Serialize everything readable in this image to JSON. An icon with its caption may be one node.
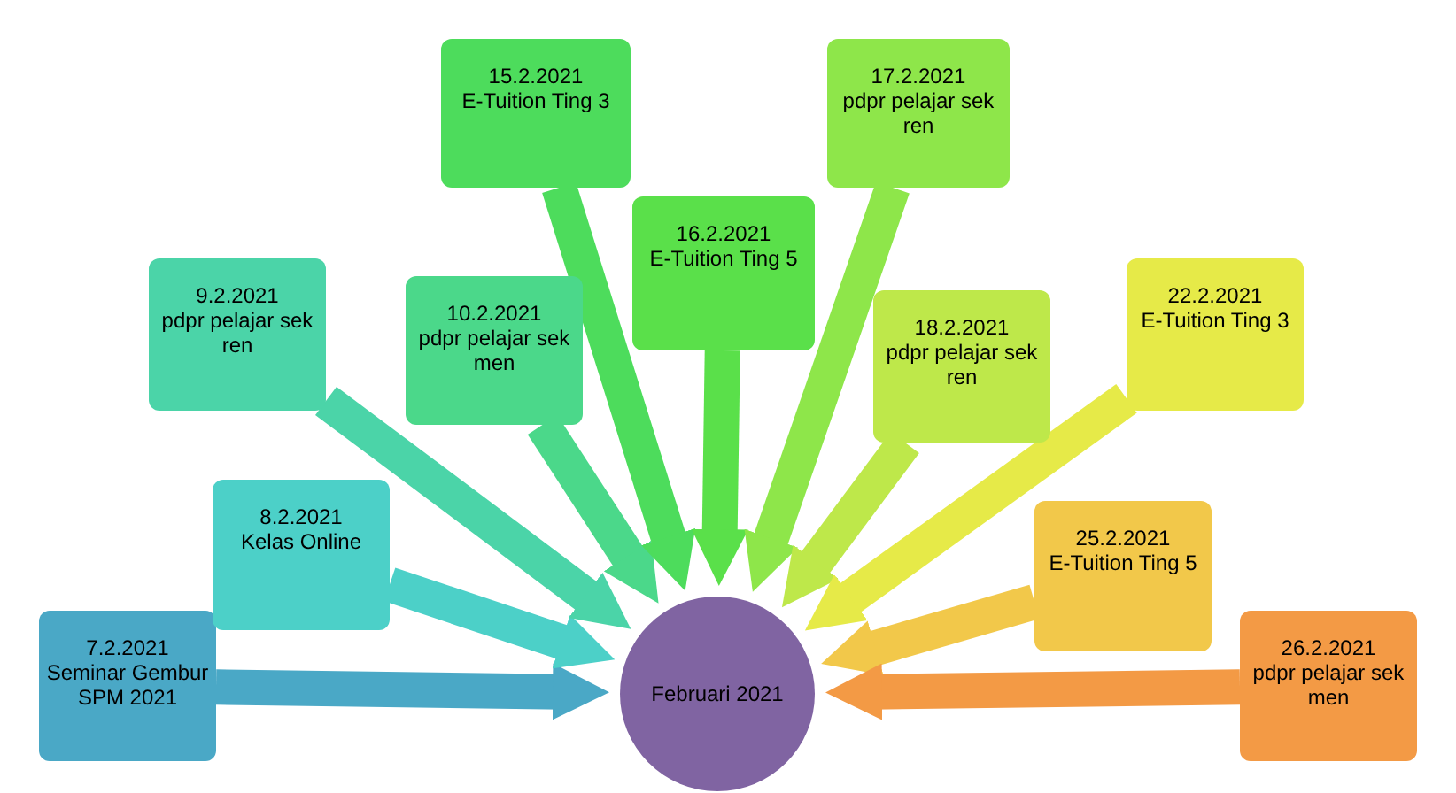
{
  "diagram": {
    "nodes": [
      {
        "text": [
          "Februari 2021"
        ]
      },
      {
        "text": [
          "7.2.2021",
          "Seminar Gembur SPM 2021"
        ]
      },
      {
        "text": [
          "8.2.2021",
          "Kelas Online"
        ]
      },
      {
        "text": [
          "9.2.2021",
          "pdpr pelajar sek ren"
        ]
      },
      {
        "text": [
          "10.2.2021",
          "pdpr pelajar sek men"
        ]
      },
      {
        "text": [
          "15.2.2021",
          "E-Tuition Ting 3"
        ]
      },
      {
        "text": [
          "16.2.2021",
          "E-Tuition Ting 5"
        ]
      },
      {
        "text": [
          "17.2.2021",
          "pdpr pelajar sek ren"
        ]
      },
      {
        "text": [
          "18.2.2021",
          "pdpr pelajar sek ren"
        ]
      },
      {
        "text": [
          "22.2.2021",
          "E-Tuition Ting 3"
        ]
      },
      {
        "text": [
          "25.2.2021",
          "E-Tuition Ting 5"
        ]
      },
      {
        "text": [
          "26.2.2021",
          "pdpr pelajar sek men"
        ]
      }
    ],
    "edges": [
      {
        "from": 1,
        "to": 0,
        "arrow": "to",
        "color": "#4aa8c6"
      },
      {
        "from": 2,
        "to": 0,
        "arrow": "to",
        "color": "#4cd0c8"
      },
      {
        "from": 3,
        "to": 0,
        "arrow": "to",
        "color": "#4bd4a8"
      },
      {
        "from": 4,
        "to": 0,
        "arrow": "to",
        "color": "#4bd88a"
      },
      {
        "from": 5,
        "to": 0,
        "arrow": "to",
        "color": "#4ddc5c"
      },
      {
        "from": 6,
        "to": 0,
        "arrow": "to",
        "color": "#5ae04a"
      },
      {
        "from": 7,
        "to": 0,
        "arrow": "to",
        "color": "#8ee64a"
      },
      {
        "from": 8,
        "to": 0,
        "arrow": "to",
        "color": "#bee84a"
      },
      {
        "from": 9,
        "to": 0,
        "arrow": "to",
        "color": "#e6ea48"
      },
      {
        "from": 10,
        "to": 0,
        "arrow": "to",
        "color": "#f2c84a"
      },
      {
        "from": 11,
        "to": 0,
        "arrow": "to",
        "color": "#f39a45"
      }
    ]
  }
}
